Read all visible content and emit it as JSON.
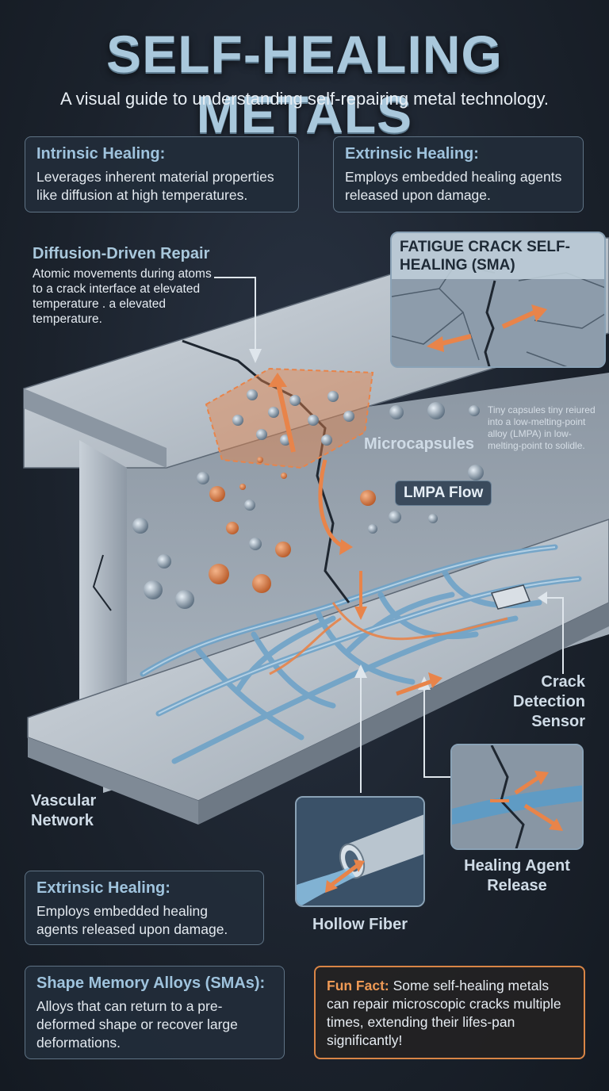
{
  "header": {
    "title": "SELF-HEALING METALS",
    "subtitle": "A visual guide to understanding self-repairing metal technology."
  },
  "cards": {
    "intrinsic": {
      "title": "Intrinsic Healing:",
      "body": "Leverages inherent material properties like diffusion at high temperatures."
    },
    "extrinsic_top": {
      "title": "Extrinsic Healing:",
      "body": "Employs embedded healing agents released upon damage."
    },
    "extrinsic_bottom": {
      "title": "Extrinsic Healing:",
      "body": "Employs embedded healing agents released upon damage."
    },
    "sma": {
      "title": "Shape Memory Alloys (SMAs):",
      "body": "Alloys that can return to a pre-deformed shape or recover large deformations."
    }
  },
  "diffusion": {
    "title": "Diffusion-Driven Repair",
    "body": "Atomic movements during atoms to a crack interface at elevated temperature . a elevated temperature."
  },
  "fatigue_inset": {
    "title": "FATIGUE CRACK SELF-HEALING (SMA)"
  },
  "labels": {
    "microcapsules": "Microcapsules",
    "microcapsules_note": "Tiny capsules tiny reiured into a low-melting-point alloy (LMPA) in low-melting-point to solidle.",
    "lmpa_flow": "LMPA Flow",
    "crack_sensor": "Crack Detection Sensor",
    "vascular_network": "Vascular Network",
    "hollow_fiber": "Hollow Fiber",
    "healing_agent": "Healing Agent Release"
  },
  "fun_fact": {
    "lead": "Fun Fact:",
    "text": " Some self-healing metals can repair microscopic cracks multiple times, extending their lifes-pan significantly!"
  },
  "colors": {
    "accent_orange": "#e8844a",
    "accent_blue": "#9fc3dd",
    "steel": "#b9c2cb"
  }
}
